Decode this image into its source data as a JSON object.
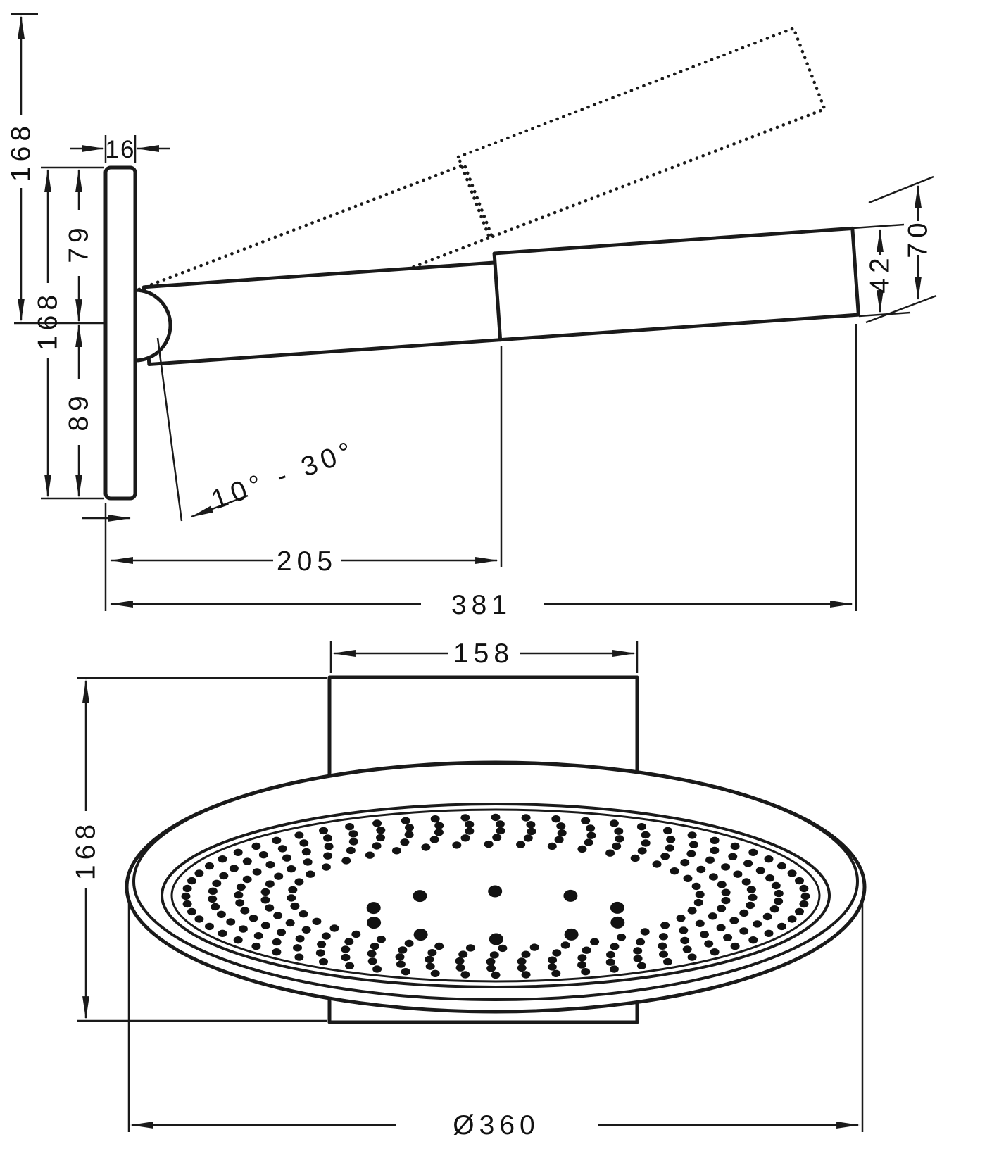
{
  "side_view": {
    "dim_tip_rise": "168",
    "dim_plate_thickness": "16",
    "dim_pivot_to_plate_top": "79",
    "dim_plate_height": "168",
    "dim_pivot_to_plate_bottom": "89",
    "dim_tilt_range": "10° - 30°",
    "dim_wall_to_joint": "205",
    "dim_total_projection": "381",
    "dim_head_end_height": "42",
    "dim_head_height": "70"
  },
  "front_view": {
    "dim_bracket_width": "158",
    "dim_bracket_height": "168",
    "dim_head_diameter": "Ø360"
  },
  "nozzle_pattern": {
    "ring_scales": [
      1,
      0.915,
      0.83,
      0.745,
      0.66
    ],
    "ring_counts": [
      64,
      58,
      52,
      46,
      40
    ],
    "inner_ring_count": 10
  }
}
